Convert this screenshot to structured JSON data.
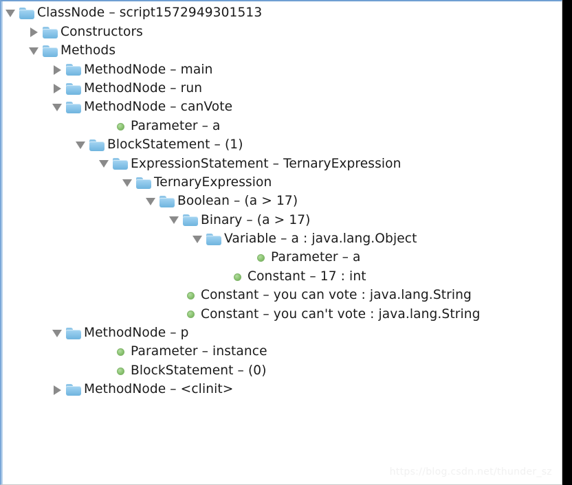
{
  "panel": {
    "background_color": "#ffffff",
    "focus_border_color": "#7aa7d8"
  },
  "icons": {
    "folder": "folder-icon",
    "leaf": "green-dot-icon",
    "expanded": "triangle-down-icon",
    "collapsed": "triangle-right-icon"
  },
  "watermark": {
    "text": "https://blog.csdn.net/thunder_sz",
    "color": "#f1f1f1"
  },
  "tree": {
    "nodes": [
      {
        "label": "ClassNode – script1572949301513",
        "depth": 0,
        "icon": "folder",
        "state": "expanded"
      },
      {
        "label": "Constructors",
        "depth": 1,
        "icon": "folder",
        "state": "collapsed"
      },
      {
        "label": "Methods",
        "depth": 1,
        "icon": "folder",
        "state": "expanded"
      },
      {
        "label": "MethodNode – main",
        "depth": 2,
        "icon": "folder",
        "state": "collapsed"
      },
      {
        "label": "MethodNode – run",
        "depth": 2,
        "icon": "folder",
        "state": "collapsed"
      },
      {
        "label": "MethodNode – canVote",
        "depth": 2,
        "icon": "folder",
        "state": "expanded"
      },
      {
        "label": "Parameter – a",
        "depth": 4,
        "icon": "leaf",
        "state": "none"
      },
      {
        "label": "BlockStatement – (1)",
        "depth": 3,
        "icon": "folder",
        "state": "expanded"
      },
      {
        "label": "ExpressionStatement – TernaryExpression",
        "depth": 4,
        "icon": "folder",
        "state": "expanded"
      },
      {
        "label": "TernaryExpression",
        "depth": 5,
        "icon": "folder",
        "state": "expanded"
      },
      {
        "label": "Boolean – (a > 17)",
        "depth": 6,
        "icon": "folder",
        "state": "expanded"
      },
      {
        "label": "Binary – (a > 17)",
        "depth": 7,
        "icon": "folder",
        "state": "expanded"
      },
      {
        "label": "Variable – a : java.lang.Object",
        "depth": 8,
        "icon": "folder",
        "state": "expanded"
      },
      {
        "label": "Parameter – a",
        "depth": 10,
        "icon": "leaf",
        "state": "none"
      },
      {
        "label": "Constant – 17 : int",
        "depth": 9,
        "icon": "leaf",
        "state": "none"
      },
      {
        "label": "Constant – you can vote : java.lang.String",
        "depth": 7,
        "icon": "leaf",
        "state": "none"
      },
      {
        "label": "Constant – you can't vote : java.lang.String",
        "depth": 7,
        "icon": "leaf",
        "state": "none"
      },
      {
        "label": "MethodNode – p",
        "depth": 2,
        "icon": "folder",
        "state": "expanded"
      },
      {
        "label": "Parameter – instance",
        "depth": 4,
        "icon": "leaf",
        "state": "none"
      },
      {
        "label": "BlockStatement – (0)",
        "depth": 4,
        "icon": "leaf",
        "state": "none"
      },
      {
        "label": "MethodNode – <clinit>",
        "depth": 2,
        "icon": "folder",
        "state": "collapsed"
      }
    ]
  }
}
